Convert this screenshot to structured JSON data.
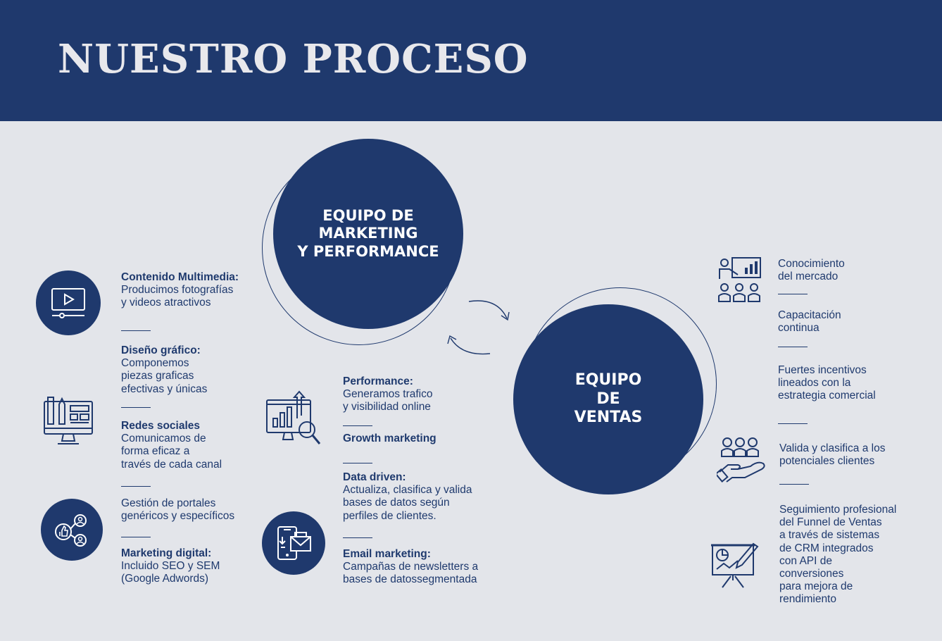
{
  "header": {
    "title": "NUESTRO PROCESO"
  },
  "circles": {
    "marketing": "EQUIPO DE\nMARKETING\nY PERFORMANCE",
    "ventas": "EQUIPO\nDE\nVENTAS"
  },
  "left": [
    {
      "title": "Contenido Multimedia:",
      "text": "Producimos fotografías\ny videos atractivos"
    },
    {
      "title": "Diseño gráfico:",
      "text": "Componemos\npiezas graficas\nefectivas y únicas"
    },
    {
      "title": "Redes sociales",
      "text": "Comunicamos de\nforma eficaz a\ntravés de cada canal"
    },
    {
      "title": "",
      "text": "Gestión de portales\ngenéricos y específicos"
    },
    {
      "title": "Marketing digital:",
      "text": "Incluido SEO y SEM\n(Google Adwords)"
    }
  ],
  "middle": [
    {
      "title": "Performance:",
      "text": "Generamos trafico\ny visibilidad online"
    },
    {
      "title": "Growth marketing",
      "text": ""
    },
    {
      "title": "Data driven:",
      "text": "Actualiza, clasifica y valida\nbases de datos según\nperfiles de clientes."
    },
    {
      "title": "Email marketing:",
      "text": "Campañas de newsletters a\nbases de datossegmentada"
    }
  ],
  "right": [
    {
      "text": "Conocimiento\ndel mercado"
    },
    {
      "text": "Capacitación\ncontinua"
    },
    {
      "text": "Fuertes incentivos\nlineados con la\nestrategia comercial"
    },
    {
      "text": "Valida y clasifica a los\npotenciales clientes"
    },
    {
      "text": "Seguimiento profesional\ndel Funnel de Ventas\na través de sistemas\nde CRM integrados\ncon API de\nconversiones\npara mejora de\nrendimiento"
    }
  ],
  "icons": {
    "video": "video-player-icon",
    "design": "web-design-icon",
    "social": "social-network-icon",
    "analytics": "analytics-search-icon",
    "email": "mobile-email-icon",
    "presentation": "presentation-audience-icon",
    "team": "team-hand-icon",
    "growth": "growth-chart-board-icon",
    "cycle": "cycle-arrows-icon"
  },
  "colors": {
    "primary": "#1f396d",
    "background": "#e3e5ea",
    "title": "#e8e8ec"
  }
}
